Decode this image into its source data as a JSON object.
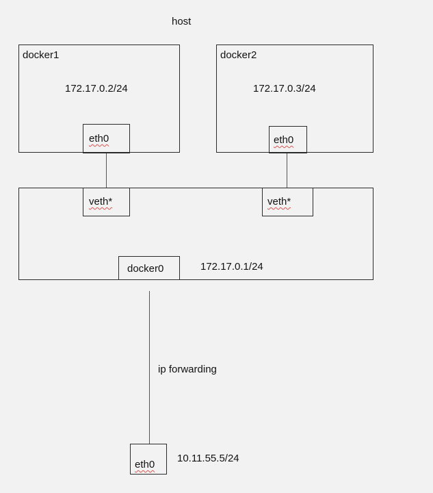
{
  "host": {
    "label": "host"
  },
  "docker1": {
    "name": "docker1",
    "ip": "172.17.0.2/24",
    "iface": "eth0"
  },
  "docker2": {
    "name": "docker2",
    "ip": "172.17.0.3/24",
    "iface": "eth0"
  },
  "bridge": {
    "veth_left": "veth*",
    "veth_right": "veth*",
    "iface": "docker0",
    "ip": "172.17.0.1/24"
  },
  "link": {
    "label": "ip forwarding"
  },
  "host_nic": {
    "iface": "eth0",
    "ip": "10.11.55.5/24"
  }
}
